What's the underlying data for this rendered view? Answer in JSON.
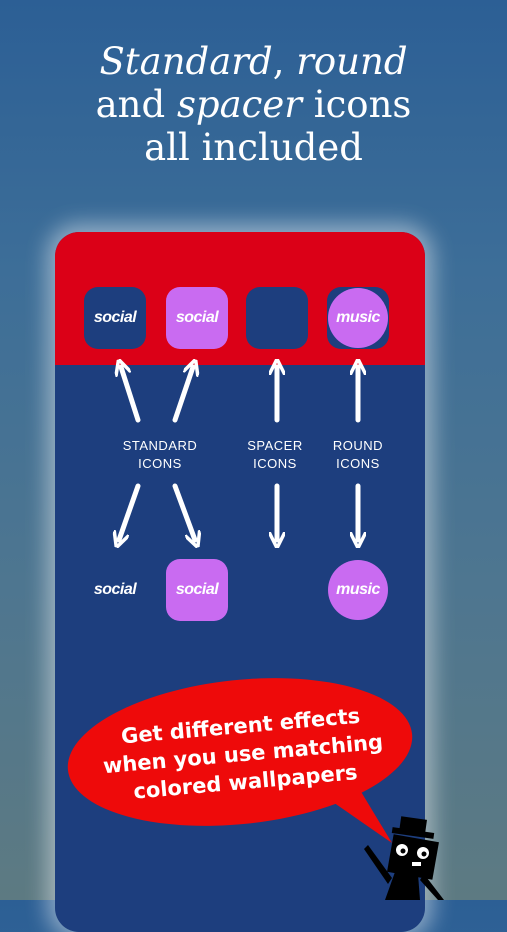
{
  "headline": {
    "w1": "Standard",
    "w2": ", ",
    "w3": "round",
    "w4": "and ",
    "w5": "spacer",
    "w6": " icons",
    "line3": "all included"
  },
  "top_row": [
    {
      "label": "social",
      "style": "navy"
    },
    {
      "label": "social",
      "style": "pink"
    },
    {
      "label": "",
      "style": "navy-spacer"
    },
    {
      "label": "music",
      "style": "round"
    }
  ],
  "labels": {
    "standard_1": "STANDARD",
    "standard_2": "ICONS",
    "spacer_1": "SPACER",
    "spacer_2": "ICONS",
    "round_1": "ROUND",
    "round_2": "ICONS"
  },
  "bottom_row": [
    {
      "label": "social",
      "style": "plain"
    },
    {
      "label": "social",
      "style": "pink"
    },
    {
      "label": "music",
      "style": "round"
    }
  ],
  "bubble": {
    "line1": "Get different effects",
    "line2": "when you use matching",
    "line3": "colored wallpapers"
  },
  "colors": {
    "red_band": "#db0017",
    "navy": "#1d3e7e",
    "pink": "#c96bf1",
    "bubble_red": "#ee0a0a"
  }
}
